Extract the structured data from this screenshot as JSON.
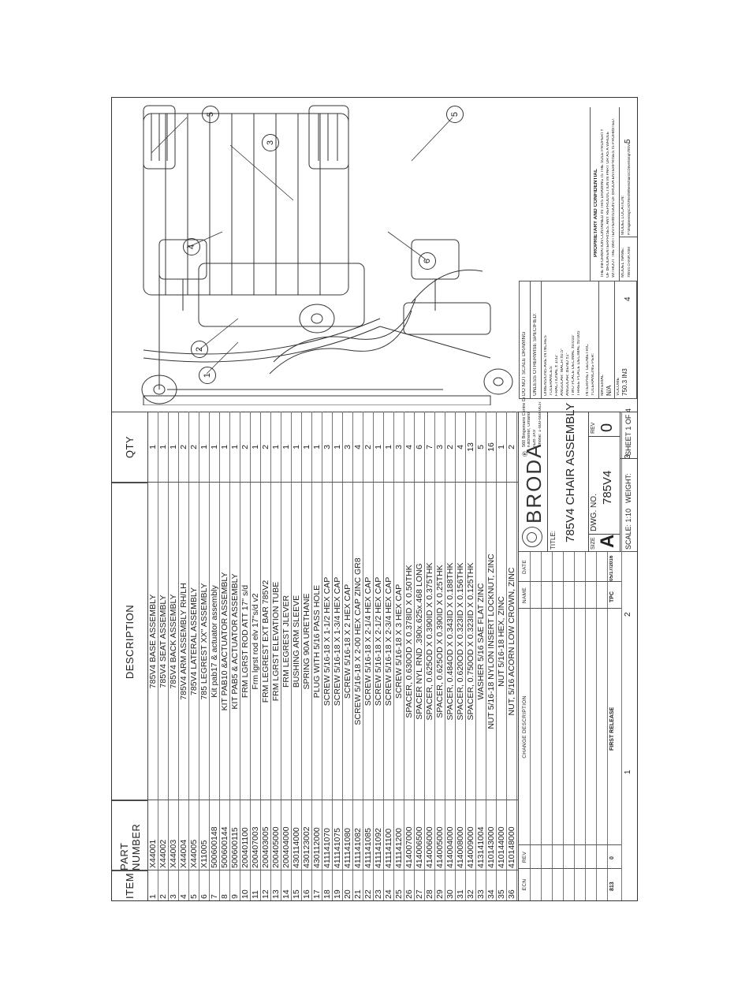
{
  "bom": {
    "headers": {
      "item": "ITEM",
      "part_number": "PART NUMBER",
      "description": "DESCRIPTION",
      "qty": "QTY"
    },
    "rows": [
      [
        "1",
        "X44001",
        "785V4 BASE ASSEMBLY",
        "1"
      ],
      [
        "2",
        "X44002",
        "785V4 SEAT ASSEMBLY",
        "1"
      ],
      [
        "3",
        "X44003",
        "785V4 BACK ASSEMBLY",
        "1"
      ],
      [
        "4",
        "X44004",
        "785V4 ARM ASSEMBLY RH/LH",
        "2"
      ],
      [
        "5",
        "X44005",
        "785V4 LATERAL ASSEMBLY",
        "2"
      ],
      [
        "6",
        "X11005",
        "785 LEGREST XX\" ASSEMBLY",
        "1"
      ],
      [
        "7",
        "500600148",
        "Kit pab17 & actuator assembly",
        "1"
      ],
      [
        "8",
        "500600144",
        "KIT PAB10 &ACTUATOR ASSEMBLY",
        "1"
      ],
      [
        "9",
        "500600115",
        "KIT PAB5 & ACTUATOR ASSEMBLY",
        "1"
      ],
      [
        "10",
        "200401100",
        "FRM LGRST ROD ATT 17\" s/d",
        "2"
      ],
      [
        "11",
        "200407003",
        "Frm lgrst rod elv 17\"s/d v2",
        "1"
      ],
      [
        "12",
        "200403005",
        "FRM LEGREST EXT BAR 785V2",
        "2"
      ],
      [
        "13",
        "200405000",
        "FRM LGRST ELEVATION TUBE",
        "1"
      ],
      [
        "14",
        "200404000",
        "FRM LEGREST JLEVER",
        "1"
      ],
      [
        "15",
        "430114000",
        "BUSHING ARM SLEEVE",
        "1"
      ],
      [
        "16",
        "430123002",
        "SPRING 90A URETHANE",
        "1"
      ],
      [
        "17",
        "430112000",
        "PLUG WITH 5/16 PASS HOLE",
        "1"
      ],
      [
        "18",
        "411141070",
        "SCREW 5/16-18 X 1-1/2 HEX CAP",
        "3"
      ],
      [
        "19",
        "411141075",
        "SCREW 5/16-18 X 1-3/4 HEX CAP",
        "1"
      ],
      [
        "20",
        "411141080",
        "SCREW 5/16-18 X 2 HEX CAP",
        "3"
      ],
      [
        "21",
        "411141082",
        "SCREW 5/16-18 X 2-00 HEX CAP ZINC GR8",
        "4"
      ],
      [
        "22",
        "411141085",
        "SCREW 5/16-18 X 2-1/4 HEX CAP",
        "2"
      ],
      [
        "23",
        "411141092",
        "SCREW 5/16-18 X 2-1/2 HEX CAP",
        "1"
      ],
      [
        "24",
        "411141100",
        "SCREW 5/16-18 X 2-3/4 HEX CAP",
        "1"
      ],
      [
        "25",
        "411141200",
        "SCREW 5/16-18 X 3 HEX CAP",
        "3"
      ],
      [
        "26",
        "414007000",
        "SPACER, 0.630OD X 0.378ID X 0.50THK",
        "4"
      ],
      [
        "27",
        "414006500",
        "SPACER NYL RND .390x.625x.468 LONG",
        "6"
      ],
      [
        "28",
        "414006000",
        "SPACER, 0.625OD X 0.390ID X 0.375THK",
        "7"
      ],
      [
        "29",
        "414005000",
        "SPACER, 0.625OD X 0.390ID X 0.25THK",
        "3"
      ],
      [
        "30",
        "414004000",
        "SPACER, 0.484OD X 0.343ID X 0.188THK",
        "2"
      ],
      [
        "31",
        "414008000",
        "SPACER, 0.620OD X 0.323ID X 0.156THK",
        "4"
      ],
      [
        "32",
        "414009000",
        "SPACER, 0.750OD X 0.323ID X 0.125THK",
        "13"
      ],
      [
        "33",
        "413141004",
        "WASHER 5/16 SAE FLAT ZINC",
        "5"
      ],
      [
        "34",
        "410143000",
        "NUT 5/16-18 NYLON INSERT LOCKNUT, ZINC",
        "16"
      ],
      [
        "35",
        "410144000",
        "NUT 5/16-18 HEX, ZINC",
        "1"
      ],
      [
        "36",
        "410148000",
        "NUT, 5/16 ACORN LOW CROWN, ZINC",
        "2"
      ]
    ]
  },
  "revisions": {
    "headers": {
      "ecn": "ECN",
      "rev": "REV",
      "change": "CHANGE DESCRIPTION",
      "name": "NAME",
      "date": "DATE"
    },
    "rows": [
      {
        "ecn": "813",
        "rev": "0",
        "change": "FIRST RELEASE",
        "name": "TPC",
        "date": "05/17/2016"
      }
    ]
  },
  "title_block": {
    "company_name": "BRODA",
    "registered": "®",
    "address_lines": [
      "560 Bingemans Centre Dr.",
      "Kitchener, Ontario",
      "N2B 3X9",
      "Phone: 1-800-668-0637"
    ],
    "title_label": "TITLE:",
    "title": "785V4 CHAIR ASSEMBLY",
    "size_label": "SIZE",
    "size": "A",
    "dwg_label": "DWG. NO.",
    "dwg_no": "785V4",
    "rev_label": "REV",
    "rev": "0",
    "scale": "SCALE: 1:10",
    "weight": "WEIGHT:",
    "sheet": "SHEET 1 OF 4"
  },
  "notes": {
    "do_not_scale": "DO NOT SCALE DRAWING",
    "unless": "UNLESS OTHERWISE SPECIFIED:",
    "tol_lines": [
      "DIMENSIONS ARE IN INCHES",
      "TOLERANCES:",
      "FRACTIONAL ± 1/32\"",
      "ANGULAR: MACH ±0.5°",
      "ANGULAR: BEND ±1°",
      "TWO PLACE DECIMAL   ±0.010\"",
      "THREE PLACE DECIMAL  ±0.005\""
    ],
    "interpret": [
      "INTERPRET GEOMETRIC",
      "TOLERANCING PER:"
    ],
    "material_label": "MATERIAL",
    "material": "N/A",
    "volume_label": "VOLUME",
    "volume": "750.3 IN3",
    "proprietary_title": "PROPRIETARY AND CONFIDENTIAL",
    "proprietary_lines": [
      "THE INFORMATION CONTAINED IN THIS DRAWING IS THE SOLE PROPERTY",
      "OF BRODA ENTERPRISES.  ANY REPRODUCTION IN PART OR AS A WHOLE",
      "WITHOUT THE WRITTEN PERMISSION OF BRODA ENTERPRISES IS PROHIBITED."
    ],
    "model_name_label": "MODEL NAME:",
    "model_name": "785V4 CHAIR ASM",
    "model_location_label": "MODEL LOCATION:",
    "model_location": "P:\\Engineering\\CAD\\Files\\Wheelchairs\\CDrive\\temp\\785V4"
  },
  "callouts": [
    "5",
    "3",
    "4",
    "2",
    "1",
    "6",
    "5"
  ],
  "zones": [
    "5",
    "4",
    "3",
    "2",
    "1"
  ]
}
